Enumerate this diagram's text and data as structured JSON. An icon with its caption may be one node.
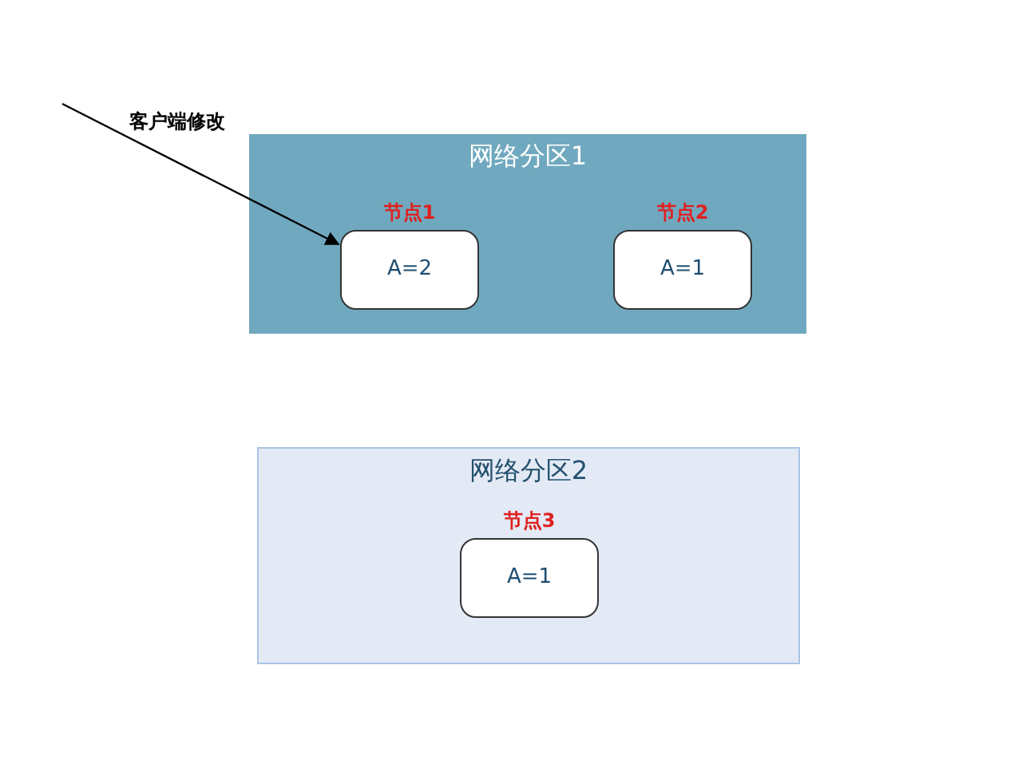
{
  "diagram": {
    "nodes": [
      {
        "text": [
          "网络分区1"
        ]
      },
      {
        "text": [
          "节点1",
          "A=2"
        ],
        "in": 0
      },
      {
        "text": [
          "节点2",
          "A=1"
        ],
        "in": 0
      },
      {
        "text": [
          "网络分区2"
        ]
      },
      {
        "text": [
          "节点3",
          "A=1"
        ],
        "in": 3
      }
    ],
    "edges": [
      {
        "from": null,
        "to": 1,
        "arrow": "to",
        "label": "客户端修改"
      }
    ]
  }
}
